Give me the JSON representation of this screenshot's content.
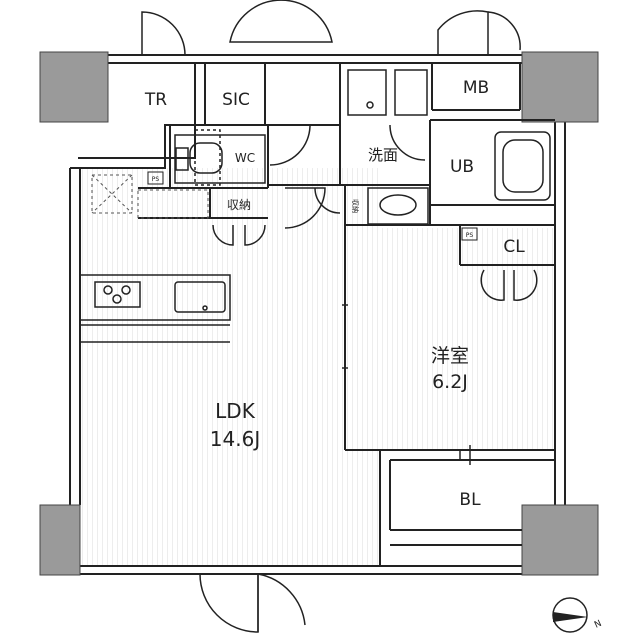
{
  "rooms": {
    "tr": "TR",
    "sic": "SIC",
    "mb": "MB",
    "wc": "WC",
    "washroom": "洗面",
    "ub": "UB",
    "ps": "PS",
    "storage": "収納",
    "storage_small": "収納",
    "cl": "CL",
    "bedroom_name": "洋室",
    "bedroom_size": "6.2J",
    "ldk_name": "LDK",
    "ldk_size": "14.6J",
    "bl": "BL"
  },
  "compass": {
    "north": "N"
  },
  "colors": {
    "wall": "#9a9a9a",
    "line": "#222222",
    "floor_stripe": "#ececec"
  }
}
